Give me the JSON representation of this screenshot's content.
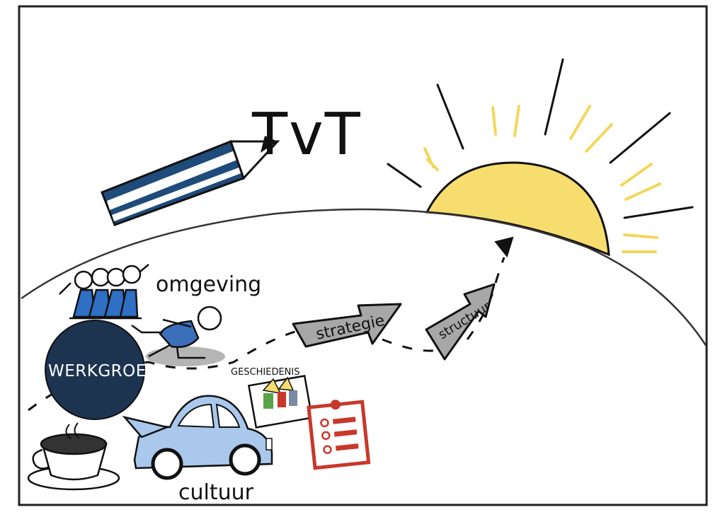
{
  "title": "TvT",
  "labels": {
    "omgeving": "omgeving",
    "werkgroep": "WERKGROEP",
    "geschiedenis": "GESCHIEDENIS",
    "cultuur": "cultuur",
    "strategie": "strategie",
    "structuur": "structuur"
  },
  "colors": {
    "sun": "#f7dd6e",
    "ray_yellow": "#f3d75a",
    "pencil_blue": "#1f4b7a",
    "people_blue": "#2f6fc4",
    "ball": "#1c3450",
    "car": "#a9c8ec",
    "arrow_grey": "#a7a7a7",
    "clipboard": "#c8382a"
  },
  "icons": [
    "pencil-icon",
    "sun-icon",
    "people-group-icon",
    "running-person-icon",
    "ball-icon",
    "coffee-cup-icon",
    "car-icon",
    "history-picture-icon",
    "clipboard-icon",
    "arrow-icon"
  ]
}
